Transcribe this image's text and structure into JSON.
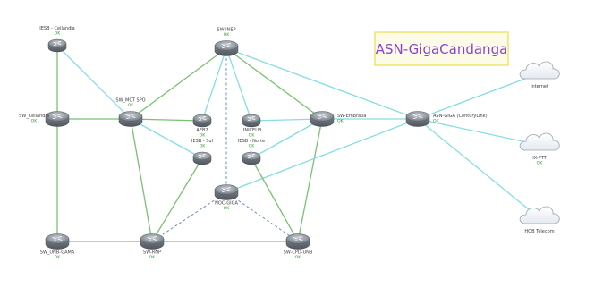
{
  "title": "ASN-GigaCandanga",
  "colors": {
    "link_green": "#79c271",
    "link_cyan": "#86dde4",
    "link_dashed": "#6d8fc6",
    "status_ok": "#2e9a2e",
    "title_text": "#8a44d0",
    "title_border": "#e8de4e"
  },
  "routers": [
    {
      "id": "iesb_ceilandia",
      "label": "IESB - Ceilandia",
      "status": "OK"
    },
    {
      "id": "sw_inep",
      "label": "SW-INEP",
      "status": "OK"
    },
    {
      "id": "sw_ceilandia",
      "label": "SW_Ceilandia",
      "status": "OK"
    },
    {
      "id": "sw_mct_spo",
      "label": "SW_MCT SPO",
      "status": "OK"
    },
    {
      "id": "aeb2",
      "label": "AEB2",
      "status": "OK"
    },
    {
      "id": "uniceub",
      "label": "UNICEUB",
      "status": "OK"
    },
    {
      "id": "sw_embrapa",
      "label": "SW-Embrapa",
      "status": "OK"
    },
    {
      "id": "asn_giga",
      "label": "ASN-GIGA (CenturyLink)",
      "status": "OK"
    },
    {
      "id": "iesb_sul",
      "label": "IESB - Sul",
      "status": "OK"
    },
    {
      "id": "iesb_norte",
      "label": "IESB - Norte",
      "status": "OK"
    },
    {
      "id": "noc_giga",
      "label": "NOC-GIGA",
      "status": "OK"
    },
    {
      "id": "sw_unb_gama",
      "label": "SW_UNB-GAMA",
      "status": "OK"
    },
    {
      "id": "sw_rnp",
      "label": "SW-RNP",
      "status": "OK"
    },
    {
      "id": "sw_cpd_unb",
      "label": "SW-CPD-UNB",
      "status": "OK"
    }
  ],
  "clouds": [
    {
      "id": "internet",
      "label": "Internet",
      "status": ""
    },
    {
      "id": "ix_ptt",
      "label": "IX-PTT",
      "status": "OK"
    },
    {
      "id": "hob_telecom",
      "label": "HOB Telecom",
      "status": ""
    }
  ],
  "links": [
    {
      "from": "iesb_ceilandia",
      "to": "sw_ceilandia",
      "style": "green"
    },
    {
      "from": "iesb_ceilandia",
      "to": "sw_mct_spo",
      "style": "cyan"
    },
    {
      "from": "sw_ceilandia",
      "to": "sw_mct_spo",
      "style": "green"
    },
    {
      "from": "sw_ceilandia",
      "to": "sw_unb_gama",
      "style": "green"
    },
    {
      "from": "sw_mct_spo",
      "to": "sw_inep",
      "style": "green"
    },
    {
      "from": "sw_mct_spo",
      "to": "aeb2",
      "style": "green"
    },
    {
      "from": "sw_mct_spo",
      "to": "iesb_sul",
      "style": "cyan"
    },
    {
      "from": "sw_mct_spo",
      "to": "sw_rnp",
      "style": "green"
    },
    {
      "from": "sw_inep",
      "to": "aeb2",
      "style": "cyan"
    },
    {
      "from": "sw_inep",
      "to": "uniceub",
      "style": "cyan"
    },
    {
      "from": "sw_inep",
      "to": "sw_embrapa",
      "style": "green"
    },
    {
      "from": "sw_inep",
      "to": "asn_giga",
      "style": "cyan"
    },
    {
      "from": "sw_inep",
      "to": "noc_giga",
      "style": "dashed"
    },
    {
      "from": "uniceub",
      "to": "sw_embrapa",
      "style": "cyan"
    },
    {
      "from": "sw_embrapa",
      "to": "asn_giga",
      "style": "cyan"
    },
    {
      "from": "sw_embrapa",
      "to": "iesb_norte",
      "style": "cyan"
    },
    {
      "from": "sw_embrapa",
      "to": "sw_cpd_unb",
      "style": "green"
    },
    {
      "from": "asn_giga",
      "to": "internet",
      "style": "cyan"
    },
    {
      "from": "asn_giga",
      "to": "ix_ptt",
      "style": "cyan"
    },
    {
      "from": "asn_giga",
      "to": "hob_telecom",
      "style": "cyan"
    },
    {
      "from": "asn_giga",
      "to": "noc_giga",
      "style": "cyan"
    },
    {
      "from": "iesb_sul",
      "to": "sw_rnp",
      "style": "green"
    },
    {
      "from": "iesb_norte",
      "to": "sw_cpd_unb",
      "style": "green"
    },
    {
      "from": "noc_giga",
      "to": "sw_rnp",
      "style": "dashed"
    },
    {
      "from": "noc_giga",
      "to": "sw_cpd_unb",
      "style": "dashed"
    },
    {
      "from": "sw_unb_gama",
      "to": "sw_rnp",
      "style": "green"
    },
    {
      "from": "sw_rnp",
      "to": "sw_cpd_unb",
      "style": "green"
    }
  ]
}
